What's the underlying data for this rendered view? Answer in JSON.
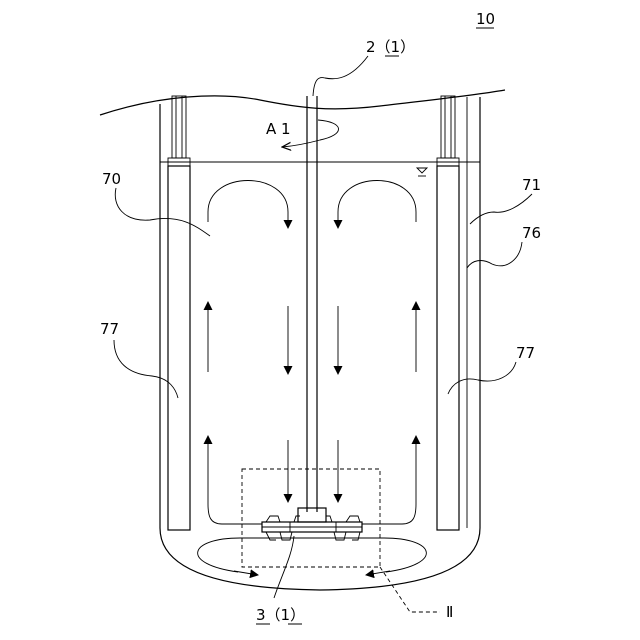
{
  "figure": {
    "labels": {
      "device": "10",
      "shaft": "2（1）",
      "rotation": "A 1",
      "impeller": "3（1）",
      "tank_inner": "70",
      "vessel": "71",
      "wall": "76",
      "baffle_left": "77",
      "baffle_right": "77",
      "detail_ref": "Ⅱ"
    }
  },
  "colors": {
    "line": "#000000",
    "background": "#ffffff"
  }
}
